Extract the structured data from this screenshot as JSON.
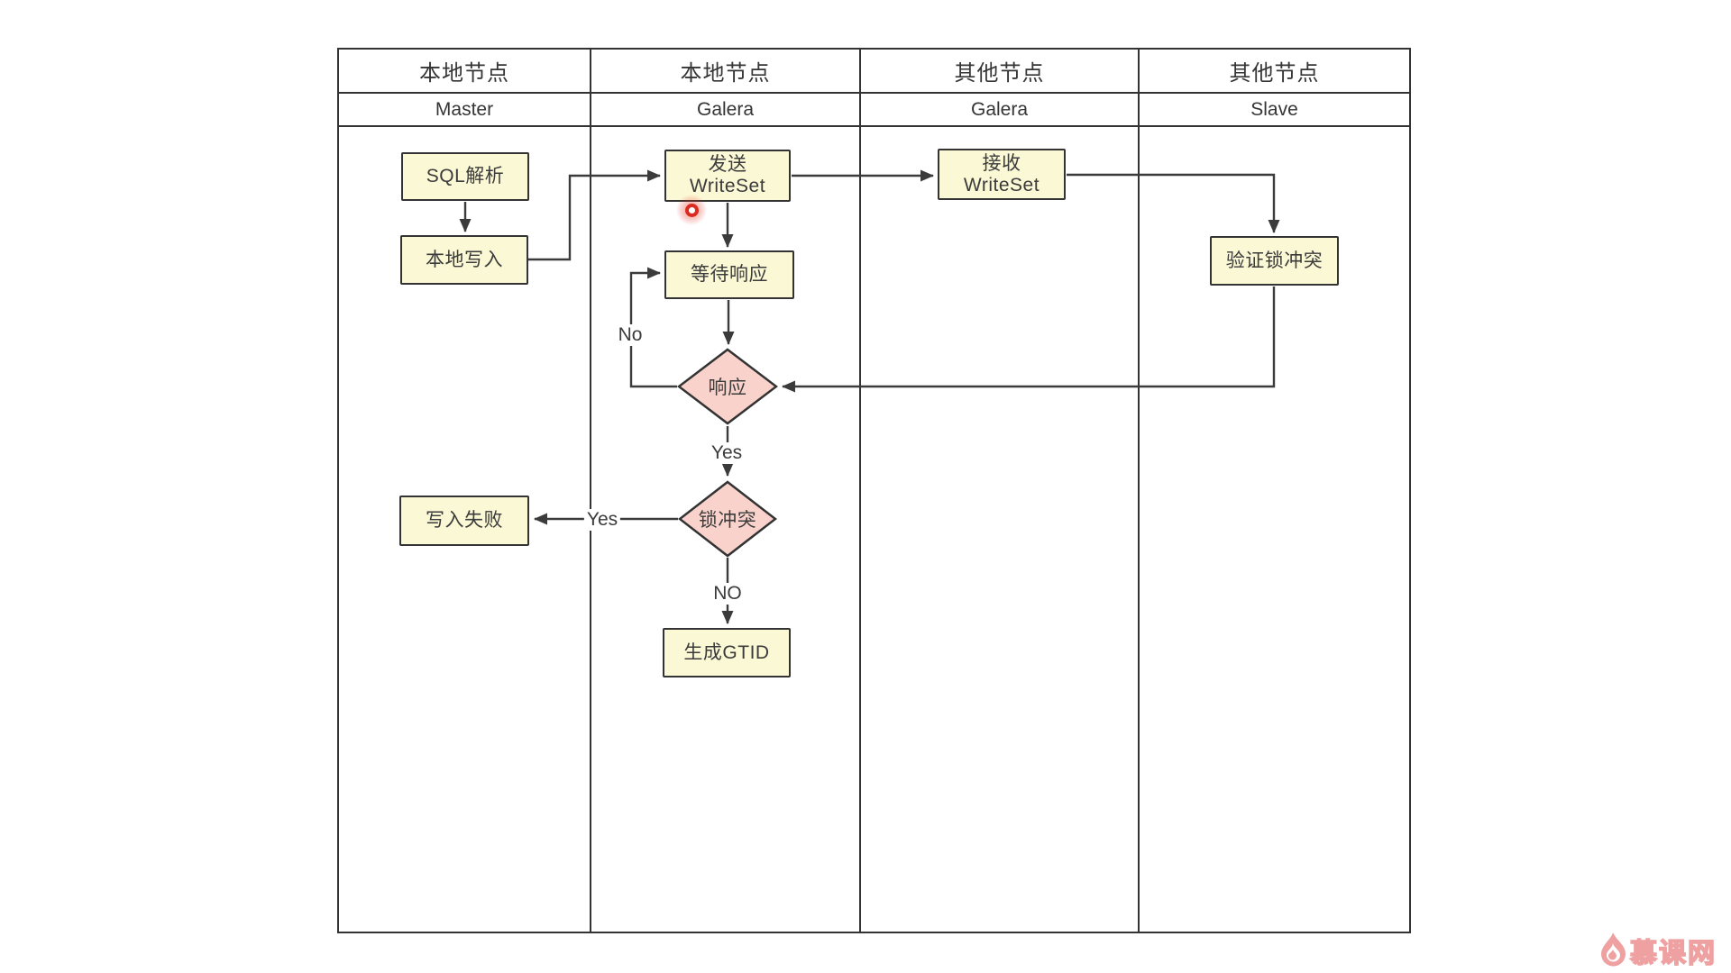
{
  "lanes": [
    {
      "group": "本地节点",
      "role": "Master"
    },
    {
      "group": "本地节点",
      "role": "Galera"
    },
    {
      "group": "其他节点",
      "role": "Galera"
    },
    {
      "group": "其他节点",
      "role": "Slave"
    }
  ],
  "nodes": {
    "sql_parse": {
      "label": "SQL解析"
    },
    "local_write": {
      "label": "本地写入"
    },
    "send_writeset": {
      "line1": "发送",
      "line2": "WriteSet"
    },
    "recv_writeset": {
      "line1": "接收",
      "line2": "WriteSet"
    },
    "wait_response": {
      "label": "等待响应"
    },
    "verify_lock": {
      "label": "验证锁冲突"
    },
    "response": {
      "label": "响应"
    },
    "lock_conflict": {
      "label": "锁冲突"
    },
    "write_fail": {
      "label": "写入失败"
    },
    "gen_gtid": {
      "label": "生成GTID"
    }
  },
  "edge_labels": {
    "response_no": "No",
    "response_yes": "Yes",
    "conflict_yes": "Yes",
    "conflict_no": "NO"
  },
  "watermark": {
    "brand_text": "慕课网",
    "icon": "flame-icon"
  },
  "colors": {
    "background": "#ffffff",
    "process_fill": "#fbf8d5",
    "decision_fill": "#f9d2cb",
    "stroke": "#333333",
    "line": "#3b3b3b",
    "text": "#3b3b3b",
    "brand_pink": "#efa1a1",
    "pointer_red": "#dd2a1e"
  }
}
